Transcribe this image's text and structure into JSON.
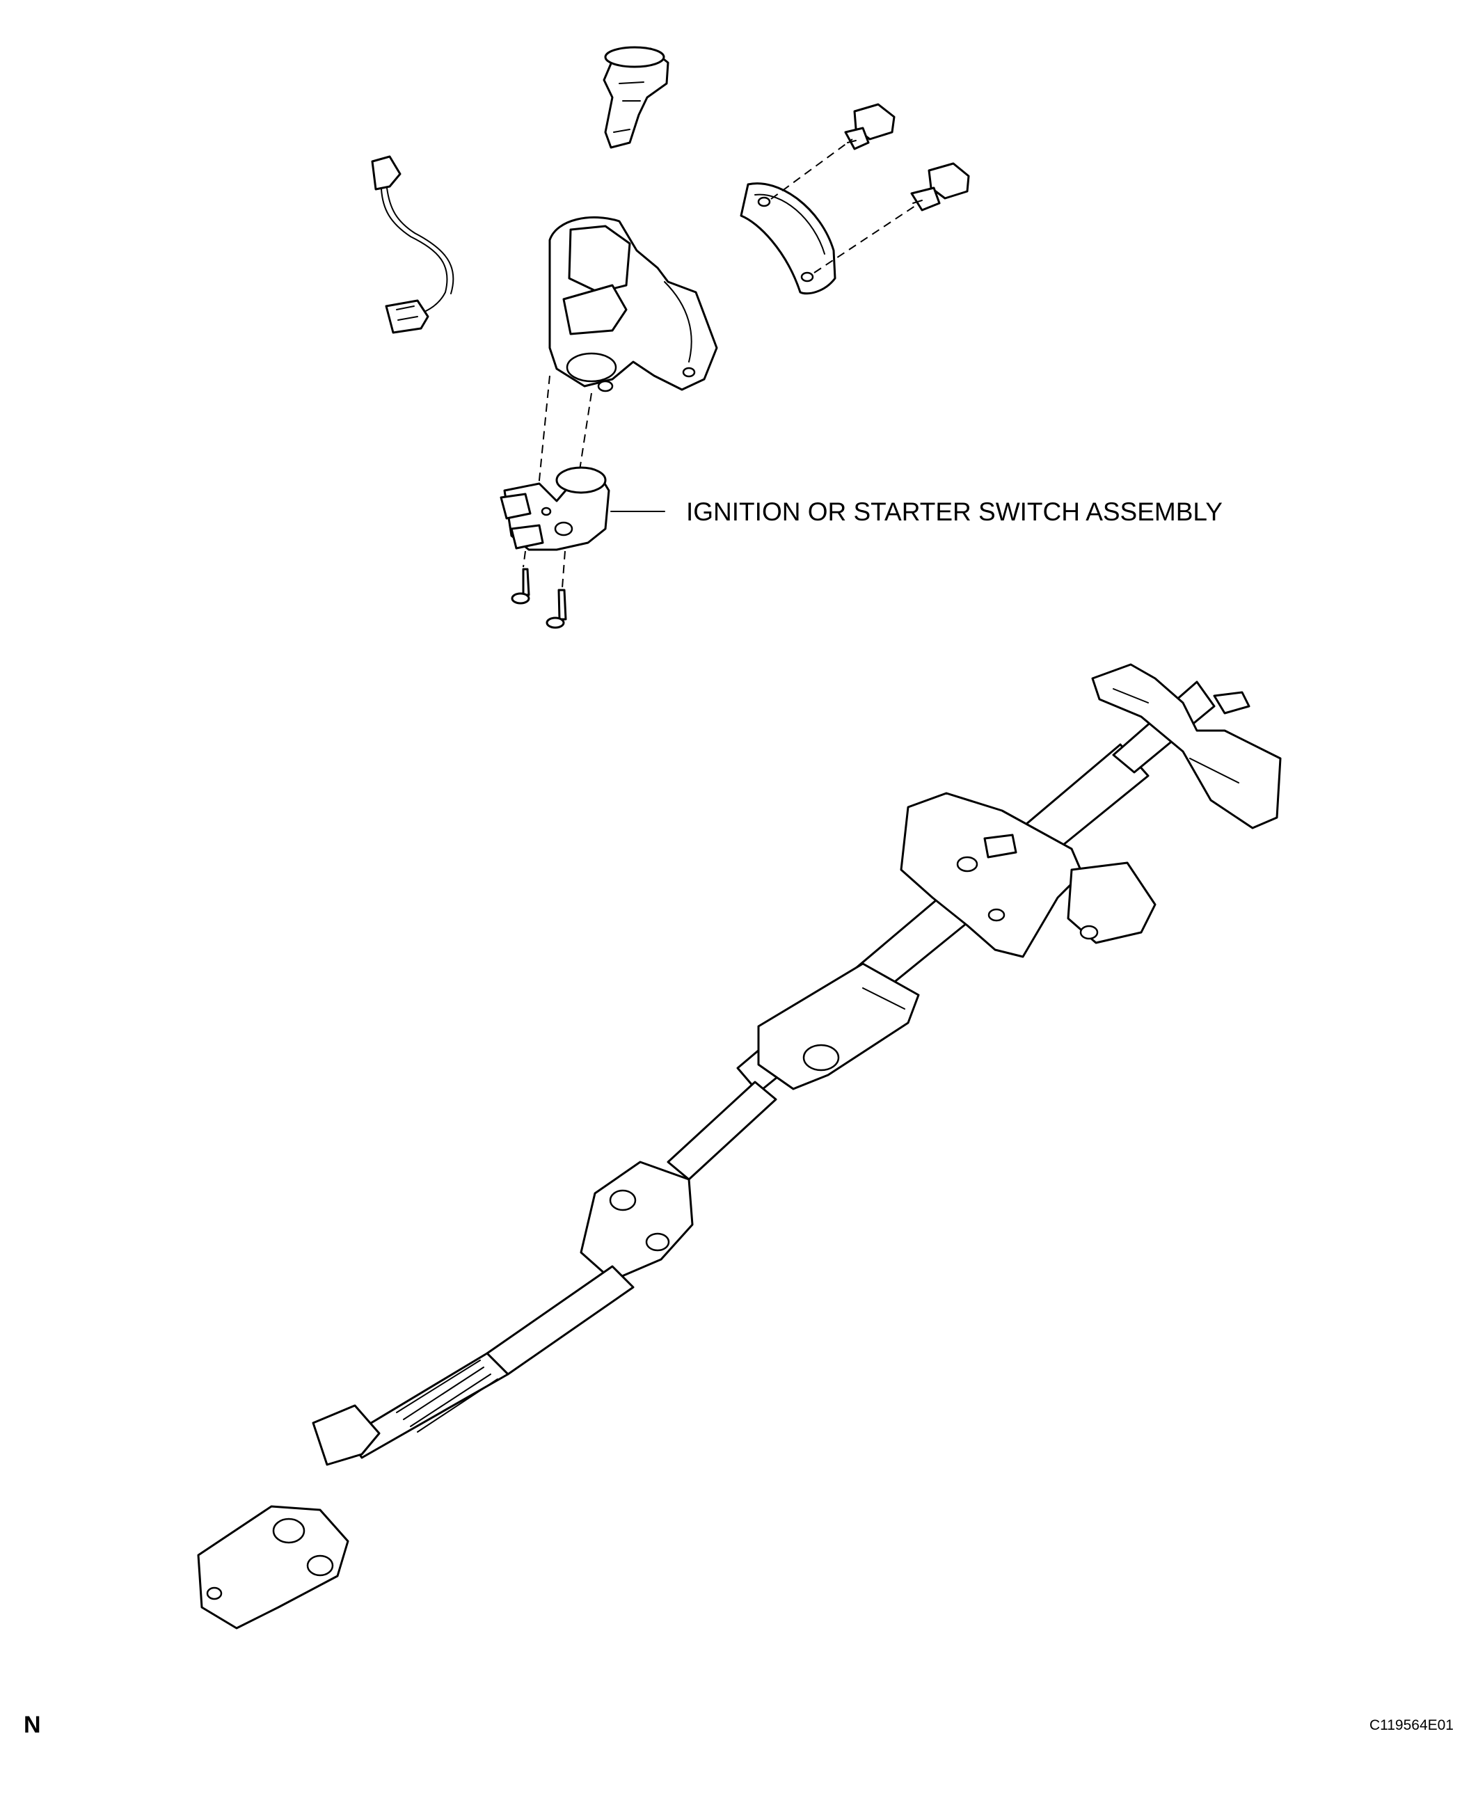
{
  "callout": {
    "label": "IGNITION OR STARTER SWITCH ASSEMBLY"
  },
  "footer": {
    "left_mark": "N",
    "figure_code": "C119564E01"
  }
}
